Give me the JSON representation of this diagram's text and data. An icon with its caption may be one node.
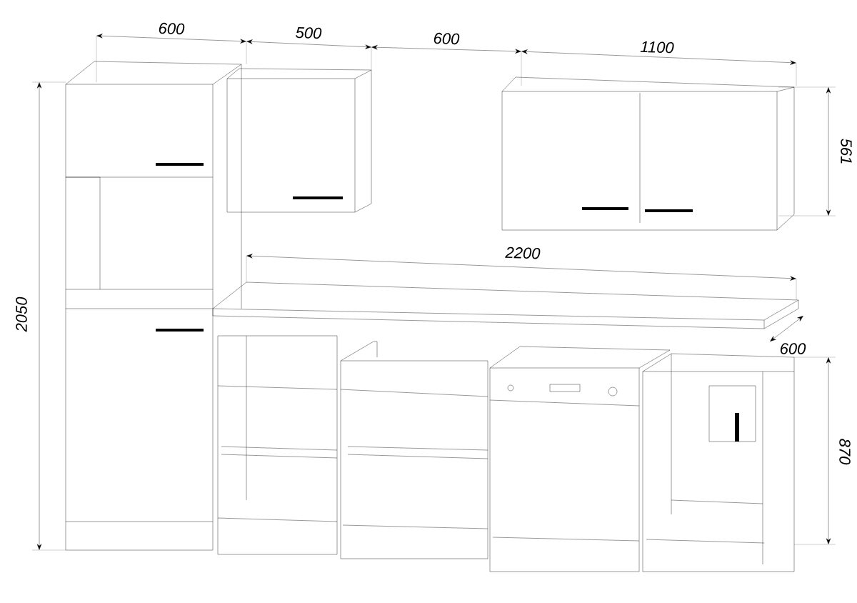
{
  "diagram": {
    "labels": [
      "600",
      "500",
      "600",
      "1100",
      "561",
      "2200",
      "2050",
      "600",
      "870"
    ]
  }
}
